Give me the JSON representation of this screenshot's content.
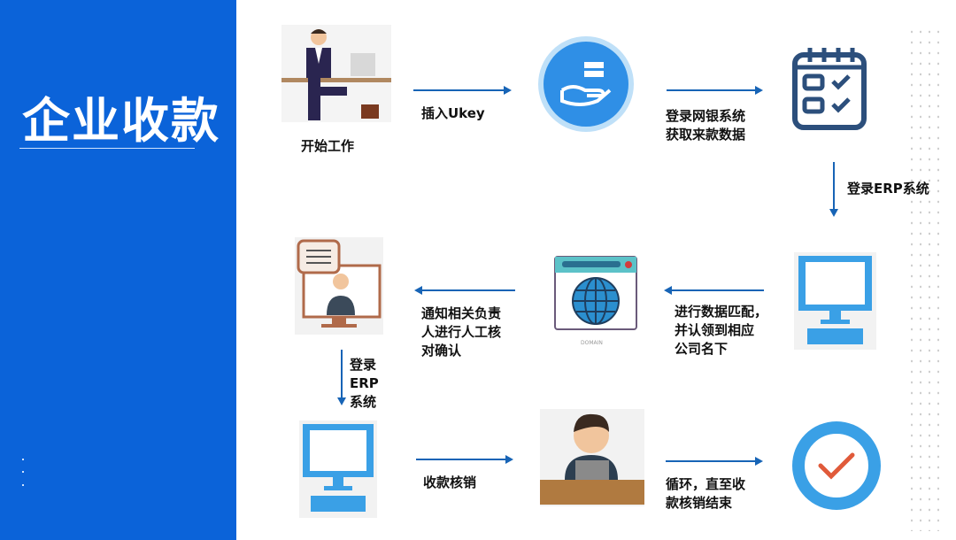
{
  "title": "企业收款",
  "steps": {
    "start": "开始工作",
    "insert": "插入Ukey",
    "login_bank": "登录网银系统\n获取来款数据",
    "login_erp1": "登录ERP系统",
    "match": "进行数据匹配，\n并认领到相应\n公司名下",
    "notify": "通知相关负责\n人进行人工核\n对确认",
    "login_erp2": "登录\nERP\n系统",
    "writeoff": "收款核销",
    "loop": "循环，直至收\n款核销结束"
  },
  "domain_caption": "DOMAIN",
  "colors": {
    "panel": "#0b63d9",
    "arrow": "#1764b6",
    "icon_blue": "#3aa0e6"
  }
}
